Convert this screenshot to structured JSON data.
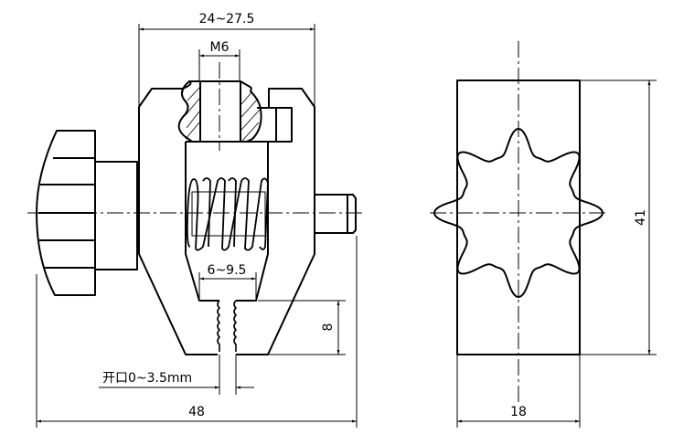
{
  "drawing": {
    "front_view": {
      "dim_outer_width": "24~27.5",
      "dim_thread": "M6",
      "dim_jaw_width": "6~9.5",
      "dim_jaw_depth": "8",
      "dim_opening": "开口0~3.5mm",
      "dim_total_length": "48"
    },
    "side_view": {
      "dim_height": "41",
      "dim_width": "18"
    }
  }
}
